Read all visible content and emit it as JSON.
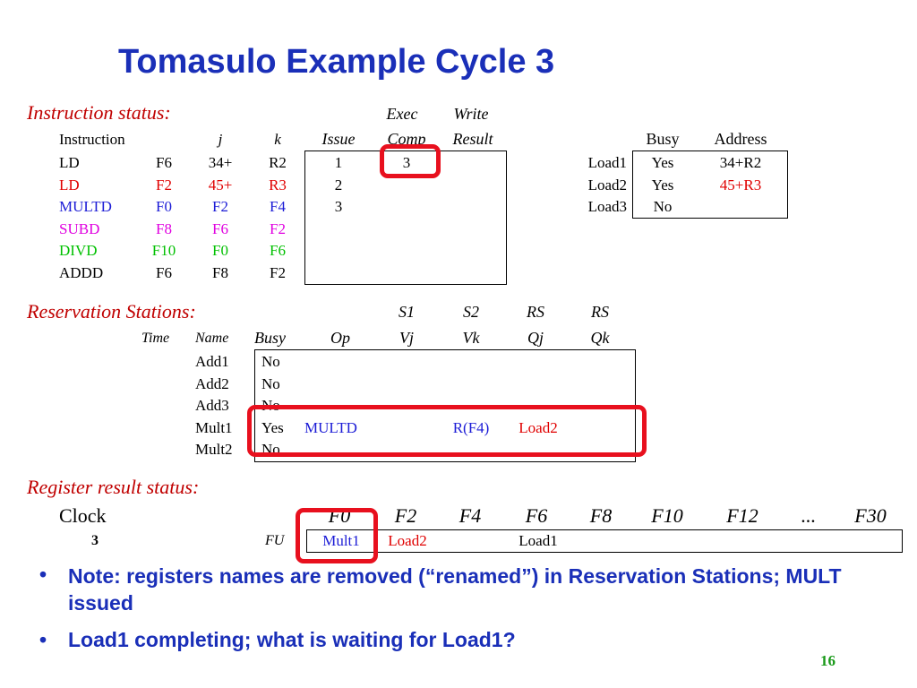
{
  "title": "Tomasulo Example Cycle 3",
  "instruction_status": {
    "section_label": "Instruction status:",
    "header_top": {
      "exec": "Exec",
      "write": "Write"
    },
    "headers": {
      "instruction": "Instruction",
      "j": "j",
      "k": "k",
      "issue": "Issue",
      "comp": "Comp",
      "result": "Result"
    },
    "rows": [
      {
        "op": "LD",
        "dest": "F6",
        "j": "34+",
        "k": "R2",
        "issue": "1",
        "comp": "3",
        "result": "",
        "color": "#000000"
      },
      {
        "op": "LD",
        "dest": "F2",
        "j": "45+",
        "k": "R3",
        "issue": "2",
        "comp": "",
        "result": "",
        "color": "#e00000"
      },
      {
        "op": "MULTD",
        "dest": "F0",
        "j": "F2",
        "k": "F4",
        "issue": "3",
        "comp": "",
        "result": "",
        "color": "#1c1cd6"
      },
      {
        "op": "SUBD",
        "dest": "F8",
        "j": "F6",
        "k": "F2",
        "issue": "",
        "comp": "",
        "result": "",
        "color": "#e000e0"
      },
      {
        "op": "DIVD",
        "dest": "F10",
        "j": "F0",
        "k": "F6",
        "issue": "",
        "comp": "",
        "result": "",
        "color": "#00c000"
      },
      {
        "op": "ADDD",
        "dest": "F6",
        "j": "F8",
        "k": "F2",
        "issue": "",
        "comp": "",
        "result": "",
        "color": "#000000"
      }
    ]
  },
  "load_buffers": {
    "headers": {
      "busy": "Busy",
      "address": "Address"
    },
    "rows": [
      {
        "name": "Load1",
        "busy": "Yes",
        "address": "34+R2",
        "addr_color": "#000000"
      },
      {
        "name": "Load2",
        "busy": "Yes",
        "address": "45+R3",
        "addr_color": "#e00000"
      },
      {
        "name": "Load3",
        "busy": "No",
        "address": "",
        "addr_color": "#000000"
      }
    ]
  },
  "reservation_stations": {
    "section_label": "Reservation Stations:",
    "header_top": {
      "s1": "S1",
      "s2": "S2",
      "rs1": "RS",
      "rs2": "RS"
    },
    "headers": {
      "time": "Time",
      "name": "Name",
      "busy": "Busy",
      "op": "Op",
      "vj": "Vj",
      "vk": "Vk",
      "qj": "Qj",
      "qk": "Qk"
    },
    "rows": [
      {
        "time": "",
        "name": "Add1",
        "busy": "No",
        "op": "",
        "vj": "",
        "vk": "",
        "qj": "",
        "qk": ""
      },
      {
        "time": "",
        "name": "Add2",
        "busy": "No",
        "op": "",
        "vj": "",
        "vk": "",
        "qj": "",
        "qk": ""
      },
      {
        "time": "",
        "name": "Add3",
        "busy": "No",
        "op": "",
        "vj": "",
        "vk": "",
        "qj": "",
        "qk": ""
      },
      {
        "time": "",
        "name": "Mult1",
        "busy": "Yes",
        "op": "MULTD",
        "vj": "",
        "vk": "R(F4)",
        "qj": "Load2",
        "qk": ""
      },
      {
        "time": "",
        "name": "Mult2",
        "busy": "No",
        "op": "",
        "vj": "",
        "vk": "",
        "qj": "",
        "qk": ""
      }
    ]
  },
  "register_status": {
    "section_label": "Register result status:",
    "clock_label": "Clock",
    "clock_value": "3",
    "fu_label": "FU",
    "registers": [
      {
        "name": "F0",
        "fu": "Mult1",
        "color": "#1c1cd6"
      },
      {
        "name": "F2",
        "fu": "Load2",
        "color": "#e00000"
      },
      {
        "name": "F4",
        "fu": "",
        "color": "#000000"
      },
      {
        "name": "F6",
        "fu": "Load1",
        "color": "#000000"
      },
      {
        "name": "F8",
        "fu": "",
        "color": "#000000"
      },
      {
        "name": "F10",
        "fu": "",
        "color": "#000000"
      },
      {
        "name": "F12",
        "fu": "",
        "color": "#000000"
      },
      {
        "name": "...",
        "fu": "",
        "color": "#000000"
      },
      {
        "name": "F30",
        "fu": "",
        "color": "#000000"
      }
    ]
  },
  "notes": [
    "Note: registers names are removed (“renamed”) in Reservation Stations; MULT issued",
    "Load1 completing; what is waiting for Load1?"
  ],
  "page_number": "16",
  "colors": {
    "title": "#1a2fb8",
    "section": "#c00000",
    "highlight": "#e8101e",
    "page_number": "#1a9a1a"
  }
}
